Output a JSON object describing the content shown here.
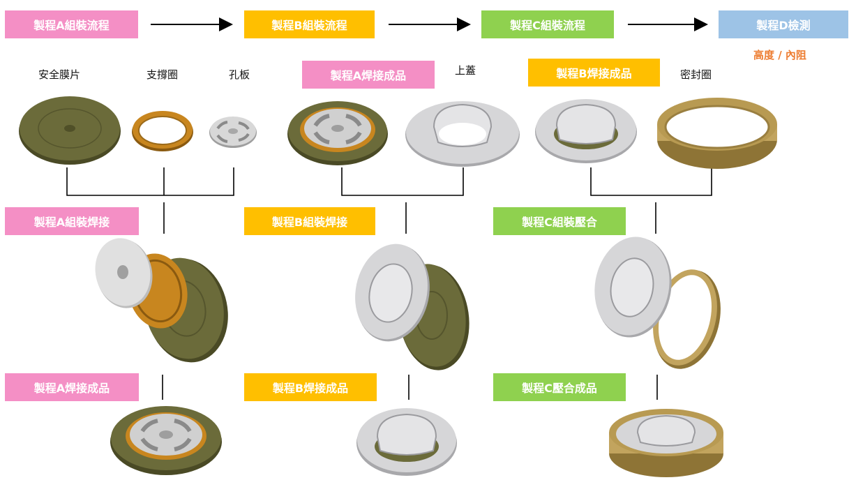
{
  "flow": {
    "step_a": "製程A組裝流程",
    "step_b": "製程B組裝流程",
    "step_c": "製程C組裝流程",
    "step_d": "製程D檢測",
    "step_d_note": "高度 / 內阻"
  },
  "process_a": {
    "parts": [
      "安全膜片",
      "支撐圈",
      "孔板"
    ],
    "assembly_label": "製程A組裝焊接",
    "result_label": "製程A焊接成品"
  },
  "process_b": {
    "input_label": "製程A焊接成品",
    "part": "上蓋",
    "assembly_label": "製程B組裝焊接",
    "result_label": "製程B焊接成品"
  },
  "process_c": {
    "input_label": "製程B焊接成品",
    "part": "密封圈",
    "assembly_label": "製程C組裝壓合",
    "result_label": "製程C壓合成品"
  },
  "colors": {
    "process_a": "#f48fc5",
    "process_b": "#ffbf00",
    "process_c": "#8fd14f",
    "process_d": "#9dc3e6",
    "note": "#ed7d31",
    "membrane": "#6b6b3a",
    "support_ring": "#c8861f",
    "orifice_plate": "#d8d8d8",
    "top_cover": "#d6d6d8",
    "seal_ring": "#c2a45e"
  }
}
